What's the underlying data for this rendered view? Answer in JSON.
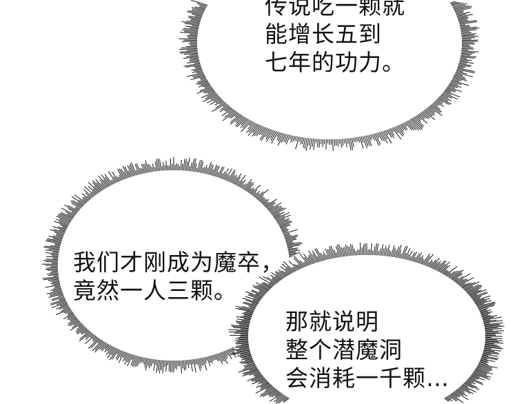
{
  "bubbles": [
    {
      "id": "top",
      "lines": [
        "传说吃一颗就",
        "能增长五到",
        "七年的功力。"
      ]
    },
    {
      "id": "left",
      "lines": [
        "我们才刚成为魔卒，",
        "竟然一人三颗。"
      ]
    },
    {
      "id": "right",
      "lines": [
        "那就说明",
        "整个潜魔洞",
        "会消耗一千颗…"
      ]
    }
  ],
  "colors": {
    "ink": "#111111",
    "bubble": "#ffffff"
  }
}
